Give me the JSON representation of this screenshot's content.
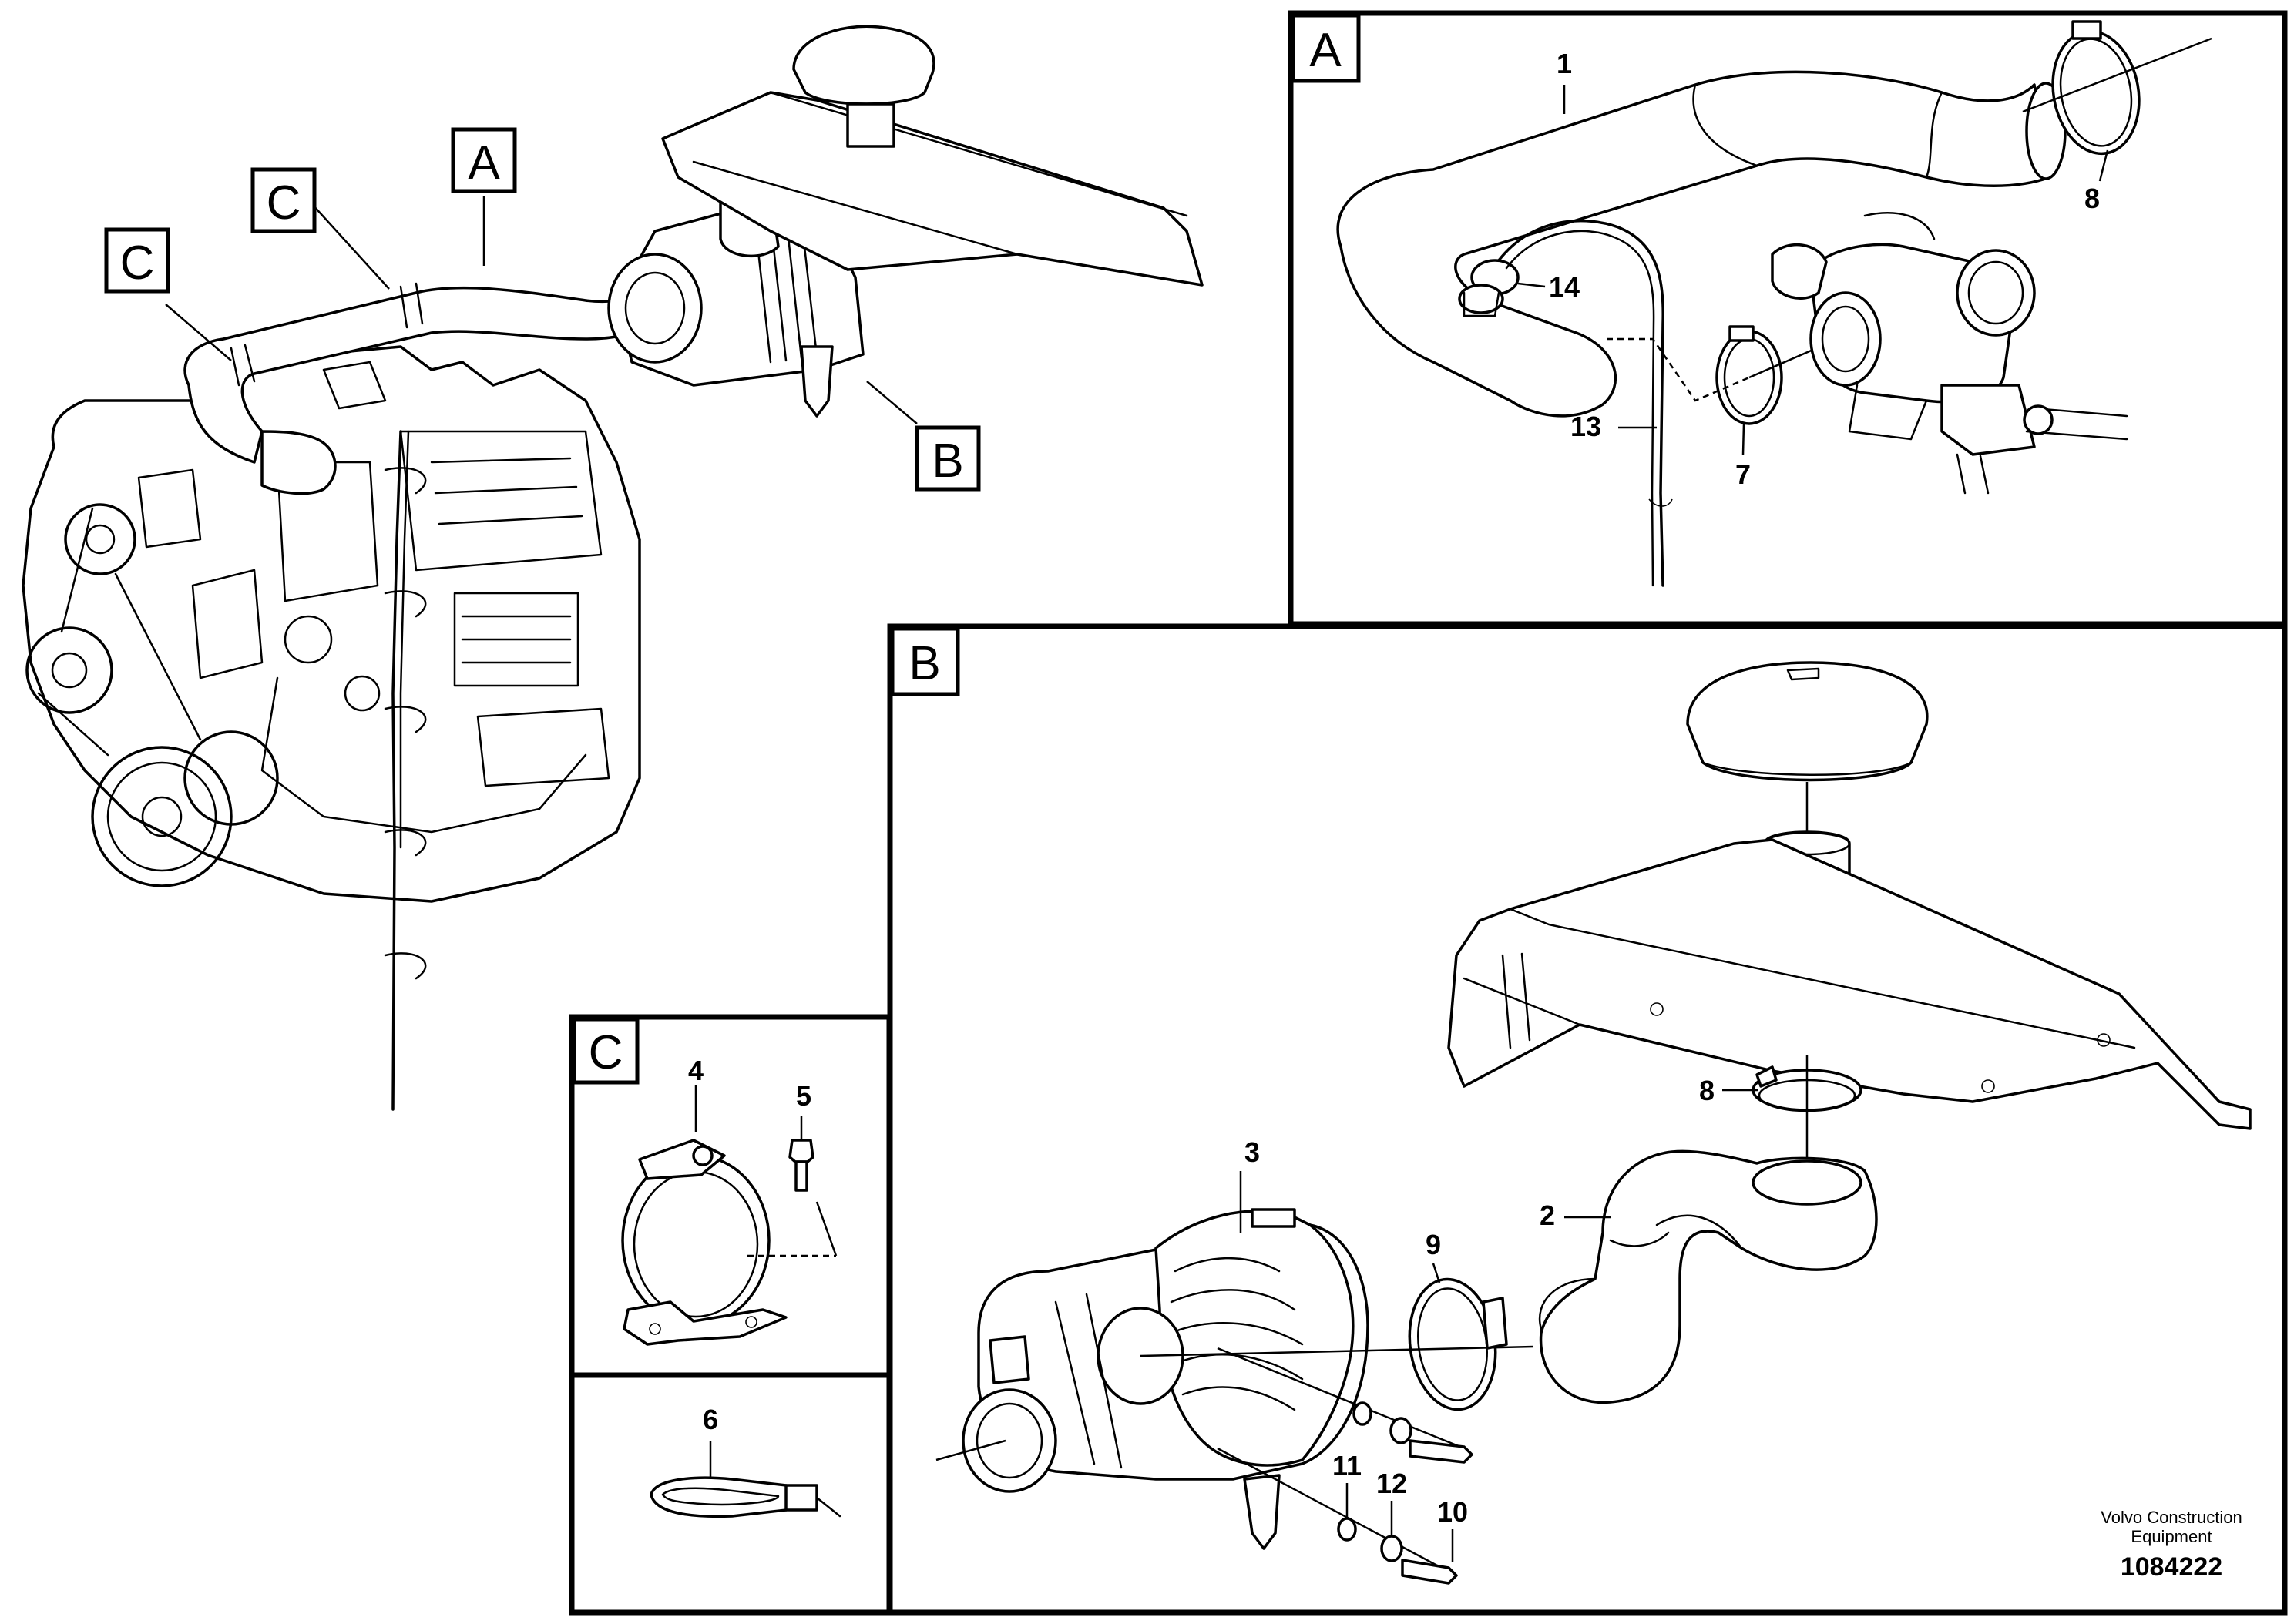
{
  "overview": {
    "tags": {
      "a": "A",
      "b": "B",
      "c1": "C",
      "c2": "C"
    }
  },
  "panel_a": {
    "tag": "A",
    "labels": {
      "p1": "1",
      "p7": "7",
      "p8": "8",
      "p13": "13",
      "p14": "14"
    }
  },
  "panel_b": {
    "tag": "B",
    "labels": {
      "p2": "2",
      "p3": "3",
      "p8": "8",
      "p9": "9",
      "p10": "10",
      "p11": "11",
      "p12": "12"
    }
  },
  "panel_c": {
    "tag": "C",
    "labels": {
      "p4": "4",
      "p5": "5"
    }
  },
  "panel_c2": {
    "labels": {
      "p6": "6"
    }
  },
  "footer": {
    "company_line1": "Volvo Construction",
    "company_line2": "Equipment",
    "drawing_number": "1084222"
  }
}
